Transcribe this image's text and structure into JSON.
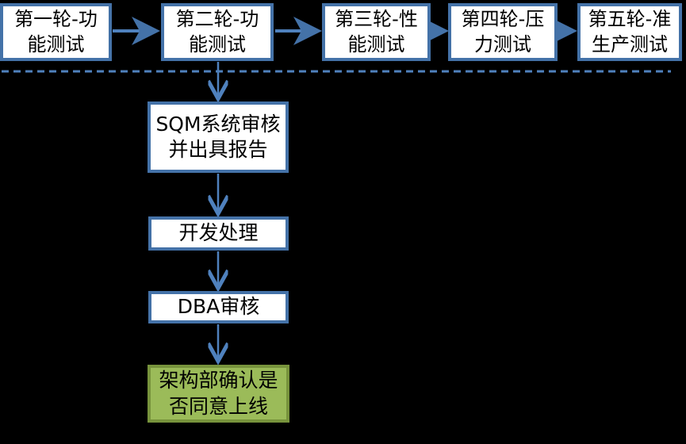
{
  "colors": {
    "background": "#000000",
    "node-fill": "#ffffff",
    "node-border": "#4472a8",
    "arrow": "#4f81bd",
    "divider": "#4f81bd",
    "highlight-fill": "#9bbb59",
    "highlight-border": "#77933c",
    "text": "#000000"
  },
  "flowchart": {
    "test_rounds": [
      {
        "label": "第一轮-功\n能测试"
      },
      {
        "label": "第二轮-功\n能测试"
      },
      {
        "label": "第三轮-性\n能测试"
      },
      {
        "label": "第四轮-压\n力测试"
      },
      {
        "label": "第五轮-准\n生产测试"
      }
    ],
    "review_steps": [
      {
        "label": "SQM系统审核\n并出具报告"
      },
      {
        "label": "开发处理"
      },
      {
        "label": "DBA审核"
      },
      {
        "label": "架构部确认是\n否同意上线"
      }
    ]
  }
}
